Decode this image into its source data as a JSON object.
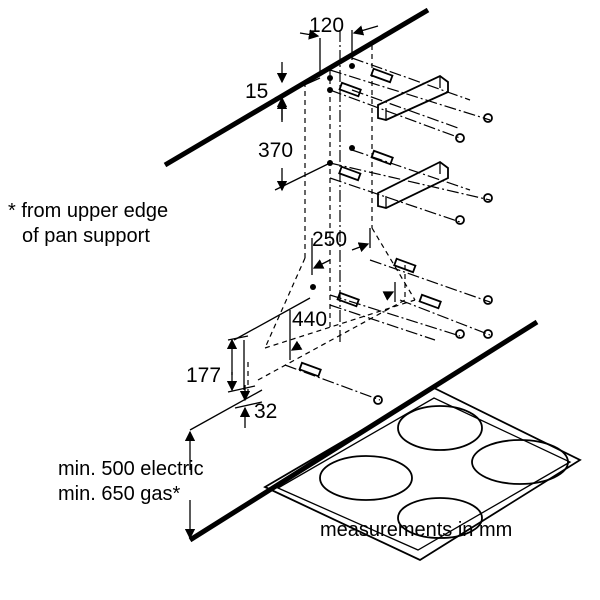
{
  "dimensions": {
    "d120": "120",
    "d15": "15",
    "d370": "370",
    "d250": "250",
    "d440": "440",
    "d177": "177",
    "d32": "32"
  },
  "notes": {
    "footnote_line1": "* from upper edge",
    "footnote_line2": "of pan support",
    "min_electric": "min. 500 electric",
    "min_gas": "min. 650 gas*",
    "units": "measurements in mm"
  }
}
